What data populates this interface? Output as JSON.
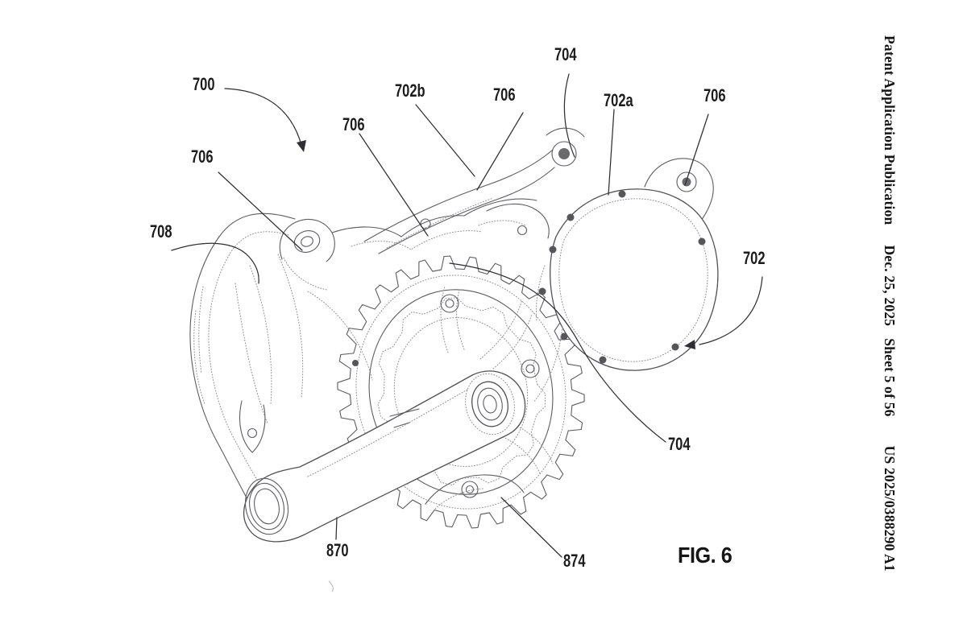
{
  "sheet": {
    "header": {
      "publication": "Patent Application Publication",
      "date": "Dec. 25, 2025",
      "sheet_info": "Sheet 5 of 56",
      "doc_number": "US 2025/0388290 A1"
    },
    "figure": {
      "caption": "FIG. 6",
      "subject": "drive-unit-with-crank-arm-and-chainring",
      "reference_numerals": {
        "n700": "700",
        "n702": "702",
        "n702a": "702a",
        "n702b": "702b",
        "n704": "704",
        "n706": "706",
        "n708": "708",
        "n870": "870",
        "n874": "874"
      }
    },
    "colors": {
      "ink": "#1c1c1c",
      "line": "#5d5d62",
      "background": "#ffffff"
    }
  }
}
